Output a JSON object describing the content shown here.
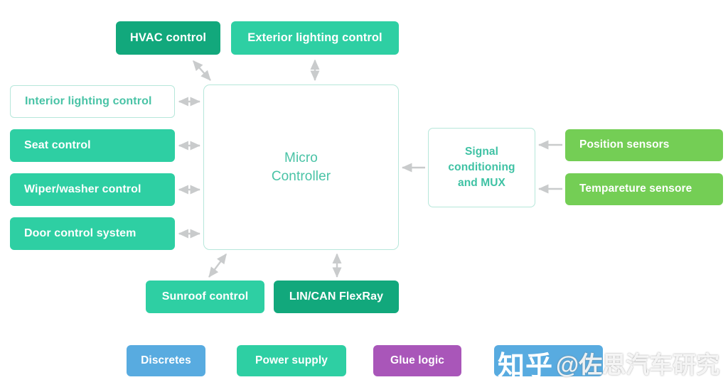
{
  "diagram": {
    "title": "Automotive body control block diagram",
    "background": "#ffffff",
    "colors": {
      "teal": "#2ecfa3",
      "teal_dark": "#12a87c",
      "teal_outline_text": "#49c3a6",
      "outline_border": "#b6e7da",
      "green": "#74ce55",
      "blue": "#58abe0",
      "purple": "#a956b9",
      "connector_gray": "#c9cbcc"
    }
  },
  "nodes": {
    "hvac": {
      "label": "HVAC control"
    },
    "exterior_lighting": {
      "label": "Exterior lighting control"
    },
    "interior_lighting": {
      "label": "Interior lighting control"
    },
    "seat": {
      "label": "Seat control"
    },
    "wiper": {
      "label": "Wiper/washer control"
    },
    "door": {
      "label": "Door control system"
    },
    "micro_controller": {
      "line1": "Micro",
      "line2": "Controller"
    },
    "signal_conditioning": {
      "line1": "Signal",
      "line2": "conditioning",
      "line3": "and MUX"
    },
    "position_sensors": {
      "label": "Position sensors"
    },
    "temperature_sensor": {
      "label": "Tempareture sensore"
    },
    "sunroof": {
      "label": "Sunroof control"
    },
    "lin_can": {
      "label": "LIN/CAN FlexRay"
    },
    "discretes": {
      "label": "Discretes"
    },
    "power_supply": {
      "label": "Power supply"
    },
    "glue_logic": {
      "label": "Glue logic"
    },
    "obscured_blue": {
      "label": ""
    }
  },
  "watermark": {
    "logo": "知乎",
    "handle": "@佐思汽车研究"
  }
}
